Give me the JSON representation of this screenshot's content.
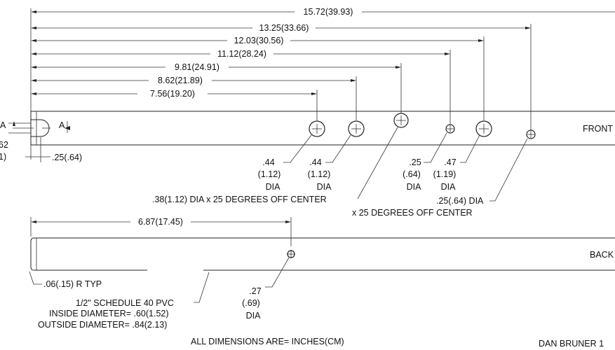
{
  "front_dims": [
    "15.72(39.93)",
    "13.25(33.66)",
    "12.03(30.56)",
    "11.12(28.24)",
    "9.81(24.91)",
    "8.62(21.89)",
    "7.56(19.20)"
  ],
  "front": {
    "label": "FRONT",
    "section_mark_left": "A",
    "section_mark_right": "A",
    "partial_dim_top": "62",
    "partial_dim_bottom": "1)",
    "end_dim": ".25(.64)"
  },
  "hole_callouts": [
    {
      "size": ".44",
      "metric": "(1.12)",
      "dia": "DIA"
    },
    {
      "size": ".44",
      "metric": "(1.12)",
      "dia": "DIA"
    },
    {
      "size": ".25",
      "metric": "(.64)",
      "dia": "DIA"
    },
    {
      "size": ".47",
      "metric": "(1.19)",
      "dia": "DIA"
    }
  ],
  "angled_hole_1": ".38(1.12) DIA x 25 DEGREES OFF CENTER",
  "angled_hole_2_top": ".25(.64) DIA",
  "angled_hole_2_bottom": "x 25 DEGREES OFF CENTER",
  "back": {
    "label": "BACK",
    "dim": "6.87(17.45)",
    "radius_note": ".06(.15) R TYP",
    "hole_size": ".27",
    "hole_metric": "(.69)",
    "hole_dia": "DIA"
  },
  "pipe_spec": {
    "line1": "1/2\" SCHEDULE 40 PVC",
    "line2": "INSIDE DIAMETER=  .60(1.52)",
    "line3": "OUTSIDE DIAMETER=  .84(2.13)"
  },
  "units_note": "ALL DIMENSIONS ARE=  INCHES(CM)",
  "author": "DAN BRUNER 1"
}
